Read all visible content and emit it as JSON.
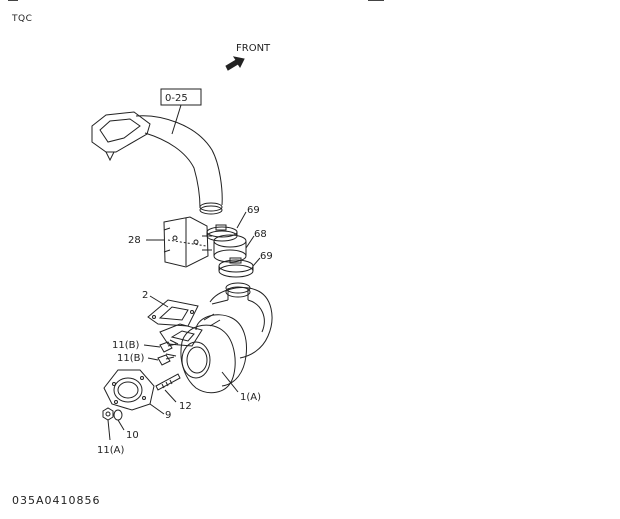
{
  "header": {
    "code": "TQC"
  },
  "front_label": "FRONT",
  "ref_box": "0-25",
  "callouts": {
    "c69a": "69",
    "c68": "68",
    "c69b": "69",
    "c28": "28",
    "c2": "2",
    "c11b1": "11(B)",
    "c11b2": "11(B)",
    "c1a": "1(A)",
    "c12": "12",
    "c9": "9",
    "c10": "10",
    "c11a": "11(A)"
  },
  "footer": {
    "figure_id": "035A0410856"
  }
}
